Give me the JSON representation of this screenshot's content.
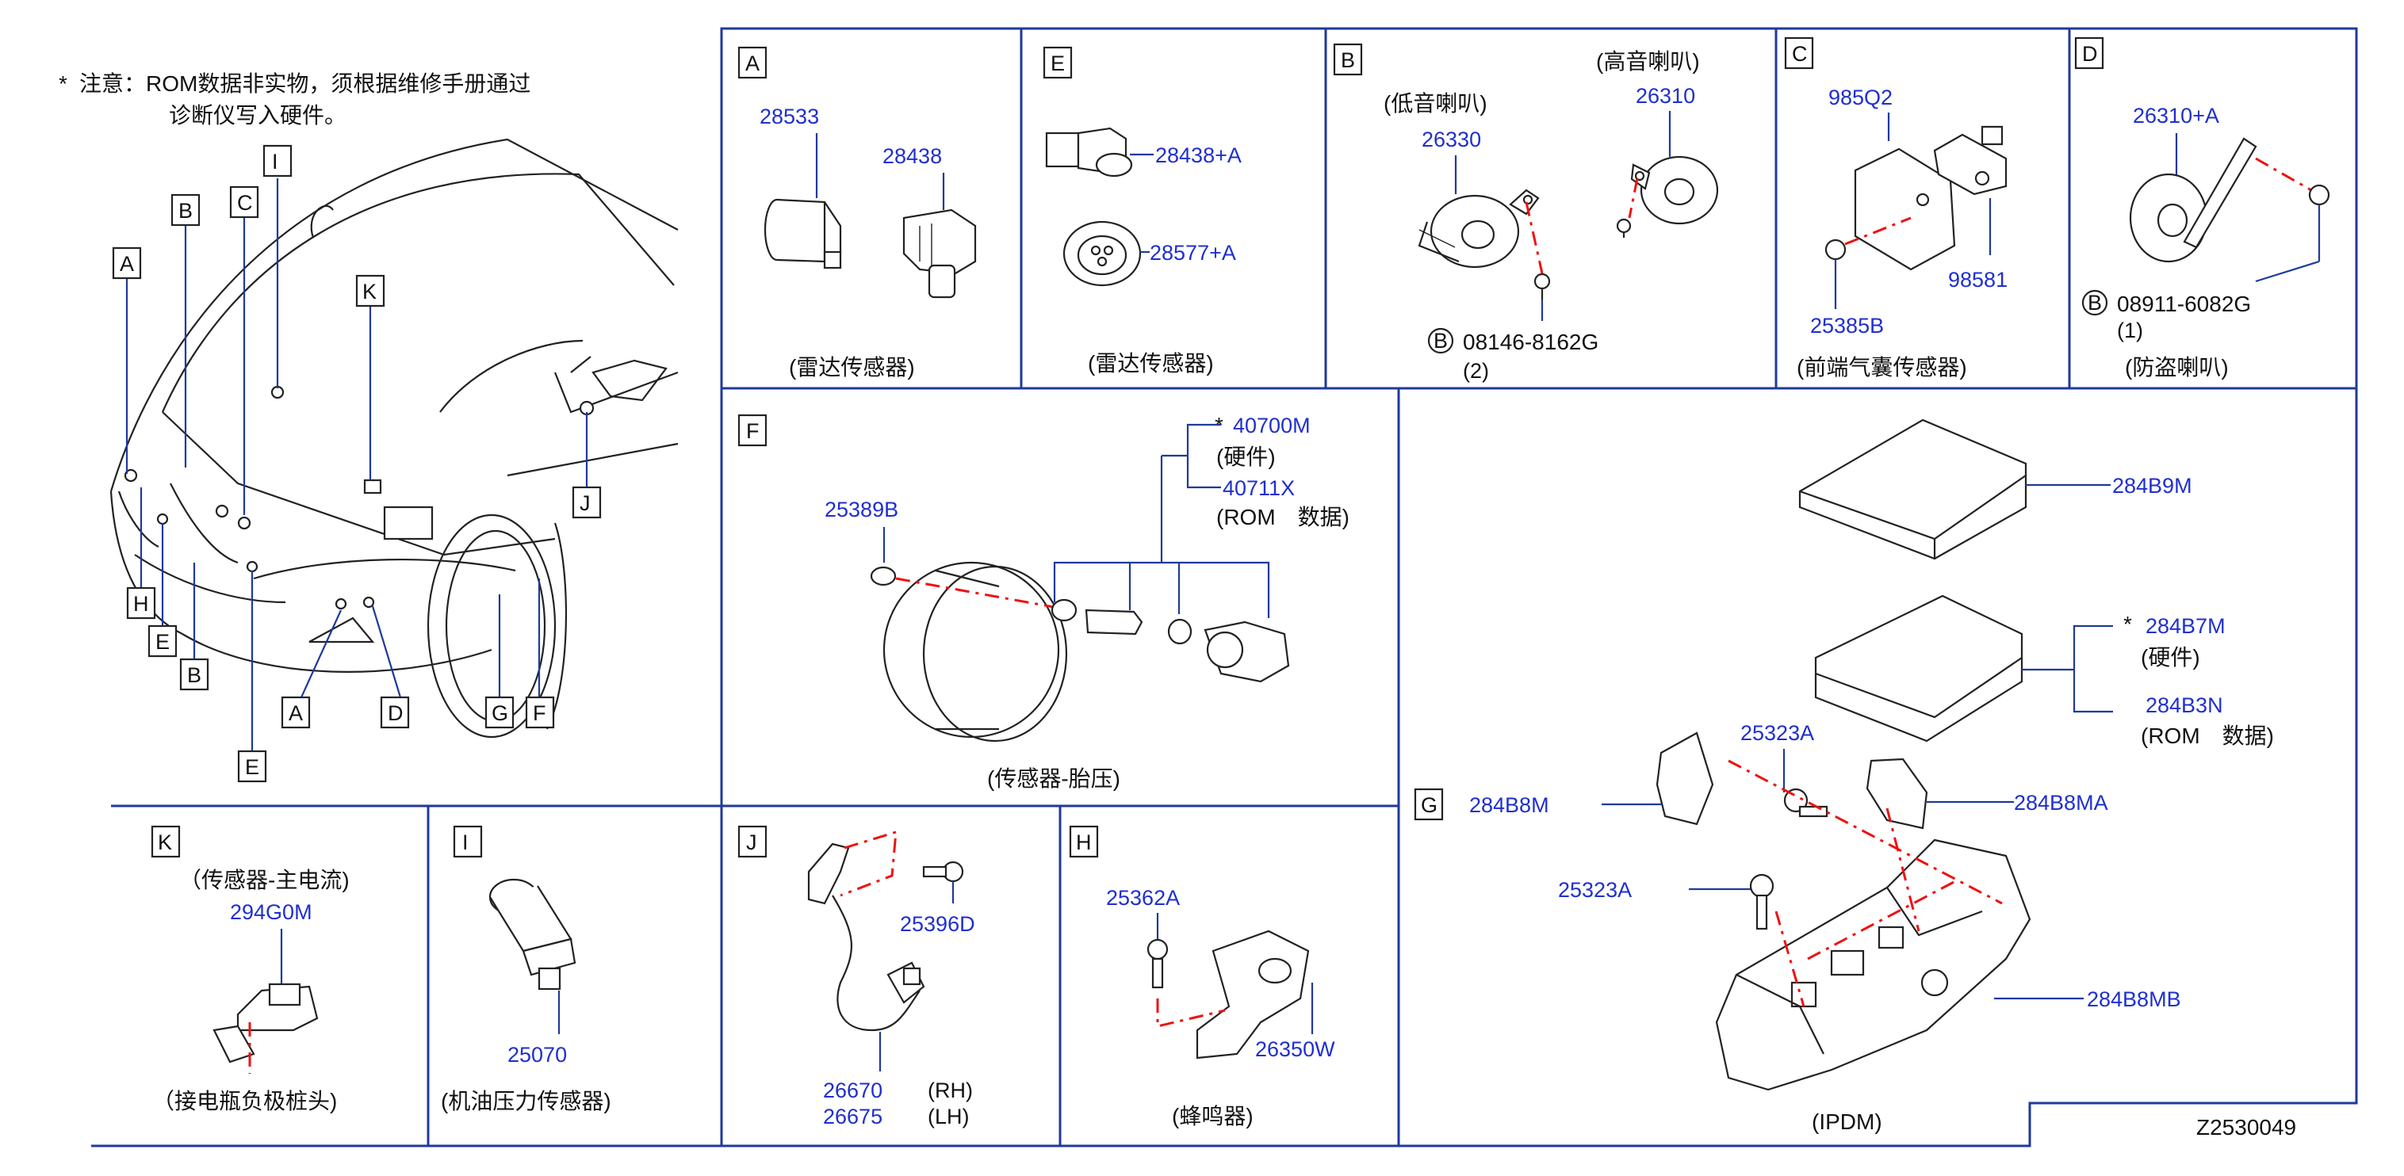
{
  "note": {
    "star": "*",
    "line1": "注意：ROM数据非实物，须根据维修手册通过",
    "line2": "诊断仪写入硬件。"
  },
  "footer_code": "Z2530049",
  "vehicle_callouts": [
    "I",
    "C",
    "B",
    "K",
    "A",
    "J",
    "H",
    "E",
    "B",
    "A",
    "D",
    "E",
    "G",
    "F"
  ],
  "panels": {
    "A": {
      "letter": "A",
      "parts": [
        "28533",
        "28438"
      ],
      "caption": "(雷达传感器)"
    },
    "E": {
      "letter": "E",
      "parts": [
        "28438+A",
        "28577+A"
      ],
      "caption": "(雷达传感器)"
    },
    "B": {
      "letter": "B",
      "bass_label": "(低音喇叭)",
      "treble_label": "(高音喇叭)",
      "parts": [
        "26330",
        "26310"
      ],
      "bolt_symbol": "B",
      "bolt": "08146-8162G",
      "bolt_qty": "(2)"
    },
    "C": {
      "letter": "C",
      "parts": [
        "985Q2",
        "98581",
        "25385B"
      ],
      "caption": "(前端气囊传感器)"
    },
    "D": {
      "letter": "D",
      "parts": [
        "26310+A"
      ],
      "bolt_symbol": "B",
      "bolt": "08911-6082G",
      "bolt_qty": "(1)",
      "caption": "(防盗喇叭)"
    },
    "F": {
      "letter": "F",
      "star": "*",
      "parts": [
        "40700M",
        "40711X",
        "25389B"
      ],
      "hardware": "(硬件)",
      "rom": "(ROM　数据)",
      "caption": "(传感器-胎压)"
    },
    "G": {
      "letter": "G",
      "star": "*",
      "parts": [
        "284B9M",
        "284B7M",
        "284B3N",
        "25323A",
        "284B8MA",
        "284B8M",
        "25323A",
        "284B8MB"
      ],
      "hardware": "(硬件)",
      "rom": "(ROM　数据)",
      "caption": "(IPDM)"
    },
    "K": {
      "letter": "K",
      "title": "（传感器-主电流)",
      "parts": [
        "294G0M"
      ],
      "caption": "（接电瓶负极桩头)"
    },
    "I": {
      "letter": "I",
      "parts": [
        "25070"
      ],
      "caption": "(机油压力传感器)"
    },
    "J": {
      "letter": "J",
      "parts": [
        "25396D",
        "26670",
        "26675"
      ],
      "rh": "(RH)",
      "lh": "(LH)"
    },
    "H": {
      "letter": "H",
      "parts": [
        "25362A",
        "26350W"
      ],
      "caption": "(蜂鸣器)"
    }
  }
}
